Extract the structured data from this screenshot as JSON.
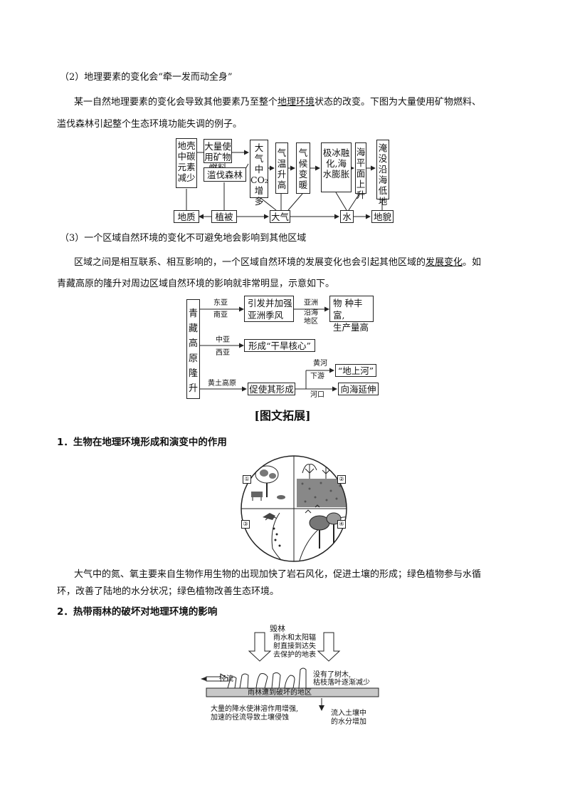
{
  "section2": {
    "heading": "（2）地理要素的变化会“牵一发而动全身”",
    "para_line1_a": "某一自然地理要素的变化会导致其他要素乃至整个",
    "para_line1_u": "地理环境",
    "para_line1_b": "状态的改变。下图为大量使用矿物燃料、",
    "para_line2": "滥伐森林引起整个生态环境功能失调的例子。"
  },
  "flow1": {
    "crust": "地壳中碳元素减少",
    "fuel": "大量使用矿物燃料",
    "forest": "滥伐森林",
    "co2": "大气中CO₂增多",
    "temp": "气温升高",
    "climate": "气候变暖",
    "ice": "极冰融化,海水膨胀",
    "sea": "海平面上升",
    "flood": "淹没沿海低地",
    "b_geology": "地质",
    "b_veg": "植被",
    "b_air": "大气",
    "b_water": "水",
    "b_landform": "地貌"
  },
  "section3": {
    "heading": "（3）一个区域自然环境的变化不可避免地会影响到其他区域",
    "para_line1_a": "区域之间是相互联系、相互影响的，一个区域自然环境的发展变化也会引起其他区域的",
    "para_line1_u": "发展变化",
    "para_line1_b": "。如",
    "para_line2": "青藏高原的隆升对周边区域自然环境的影响就非常明显，示意如下。"
  },
  "flow2": {
    "plateau": "青藏高原隆升",
    "east_asia": "东亚",
    "south_asia": "南亚",
    "box_monsoon_1": "引发并加强",
    "box_monsoon_2": "亚洲季风",
    "asia_coast_1": "亚洲",
    "asia_coast_2": "沿海",
    "asia_coast_3": "地区",
    "box_rich_1": "物 种丰富,",
    "box_rich_2": "生产量高",
    "central_asia": "中亚",
    "west_asia": "西亚",
    "box_arid": "形成“干旱核心”",
    "loess": "黄土高原",
    "box_form": "促使其形成",
    "yellow_river_1": "黄河",
    "lower_reach": "下游",
    "river_mouth": "河口",
    "box_above_ground": "“地上河”",
    "box_extend": "向海延伸"
  },
  "extension_title": "[图文拓展]",
  "item1": {
    "heading": "1．生物在地理环境形成和演变中的作用",
    "labels": [
      "①",
      "②",
      "③",
      "④"
    ],
    "para_line1": "大气中的氮、氧主要来自生物作用生物的出现加快了岩石风化，促进土壤的形成；绿色植物参与水循",
    "para_line2": "环，改善了陆地的水分状况；绿色植物改善生态环境。"
  },
  "item2": {
    "heading": "2．热带雨林的破坏对地理环境的影响",
    "cut": "毁林",
    "rain_1": "雨水和太阳辐",
    "rain_2": "射直接到达失",
    "rain_3": "去保护的地表",
    "runoff": "径流",
    "no_trees_1": "没有了树木,",
    "no_trees_2": "枯枝落叶逐渐减少",
    "ground": "雨林遭到破坏的地区",
    "leach_1": "大量的降水使淋溶作用增强,",
    "leach_2": "加速的径流导致土壤侵蚀",
    "water_1": "流入土壤中",
    "water_2": "的水分增加"
  }
}
